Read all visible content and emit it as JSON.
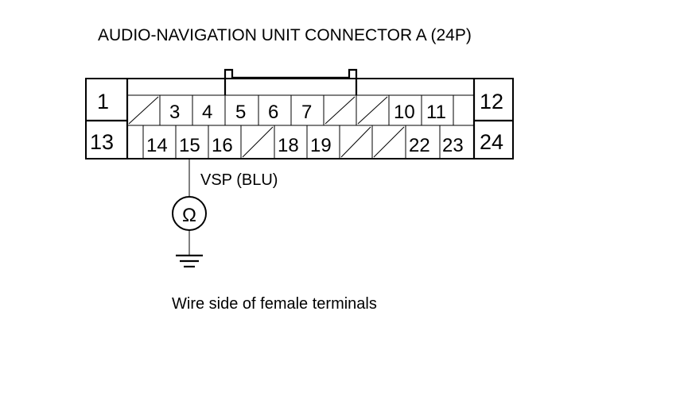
{
  "title": "AUDIO-NAVIGATION UNIT CONNECTOR A (24P)",
  "connector": {
    "top_row": [
      "1",
      "",
      "3",
      "4",
      "5",
      "6",
      "7",
      "",
      "",
      "10",
      "11",
      "",
      "12"
    ],
    "bottom_row": [
      "13",
      "",
      "14",
      "15",
      "16",
      "",
      "18",
      "19",
      "",
      "",
      "22",
      "23",
      "24"
    ]
  },
  "wire_label": "VSP (BLU)",
  "meter_symbol": "Ω",
  "caption": "Wire side of female terminals"
}
